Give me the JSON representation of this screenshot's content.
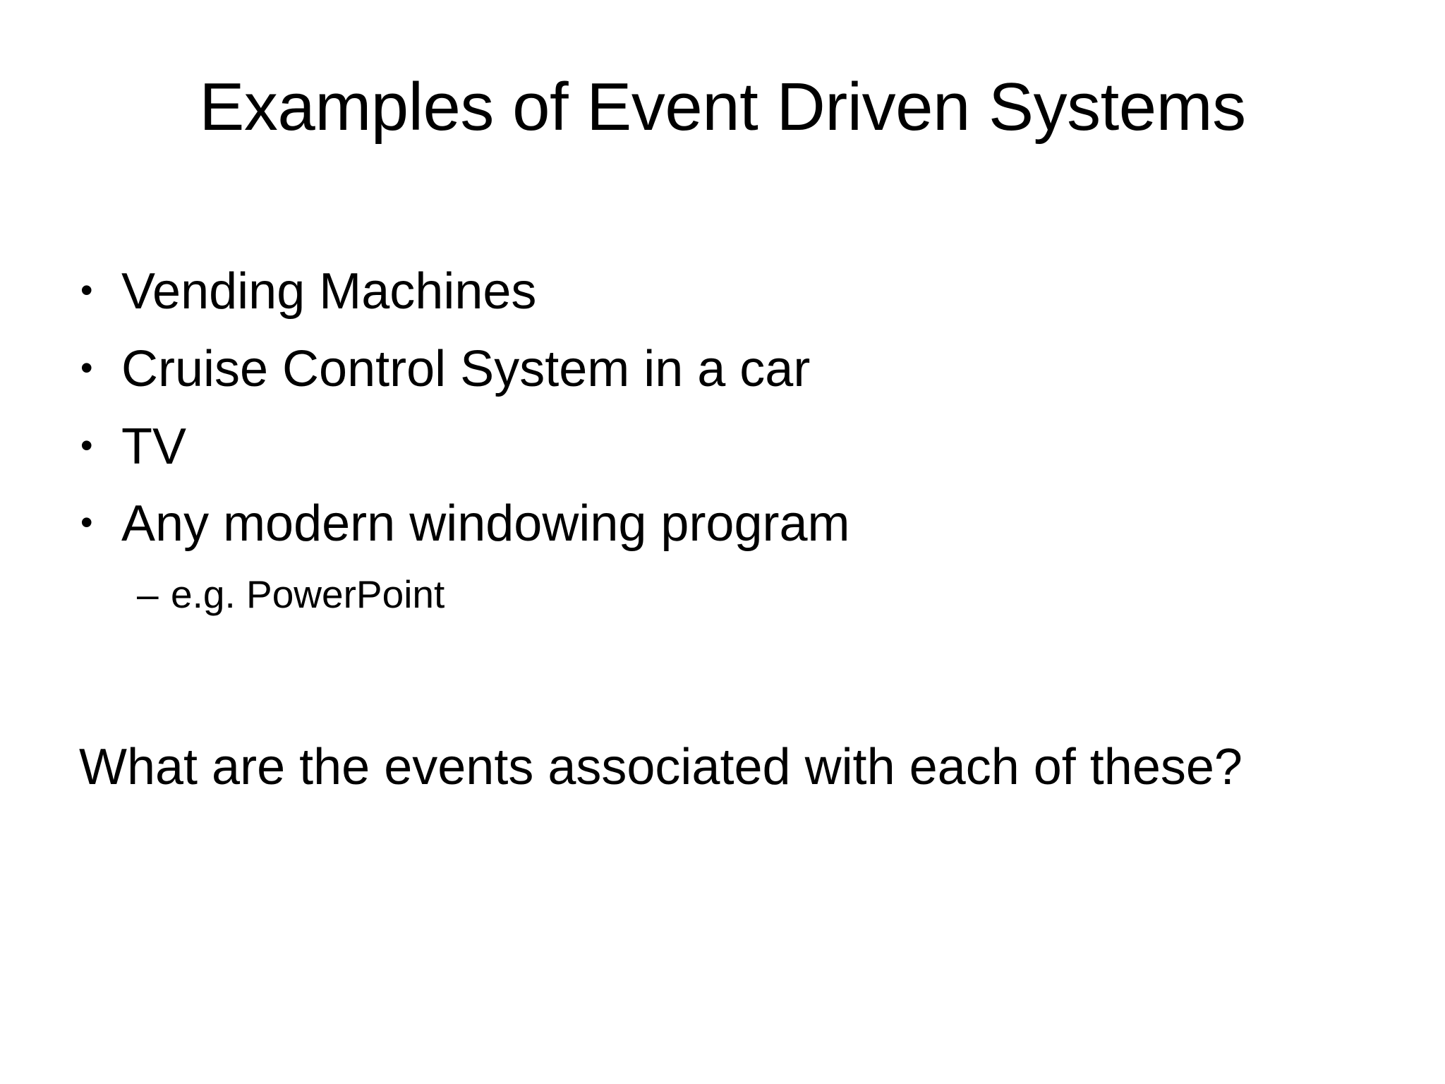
{
  "slide": {
    "title": "Examples of Event Driven Systems",
    "background_color": "#ffffff",
    "text_color": "#000000",
    "bullets": [
      {
        "marker": "•",
        "text": "Vending Machines"
      },
      {
        "marker": "•",
        "text": "Cruise Control System in a car"
      },
      {
        "marker": "•",
        "text": "TV"
      },
      {
        "marker": "•",
        "text": "Any modern windowing program"
      }
    ],
    "subbullets": [
      {
        "marker": "–",
        "text": "e.g. PowerPoint"
      }
    ],
    "closing_question": "What are the events associated with each of these?"
  }
}
